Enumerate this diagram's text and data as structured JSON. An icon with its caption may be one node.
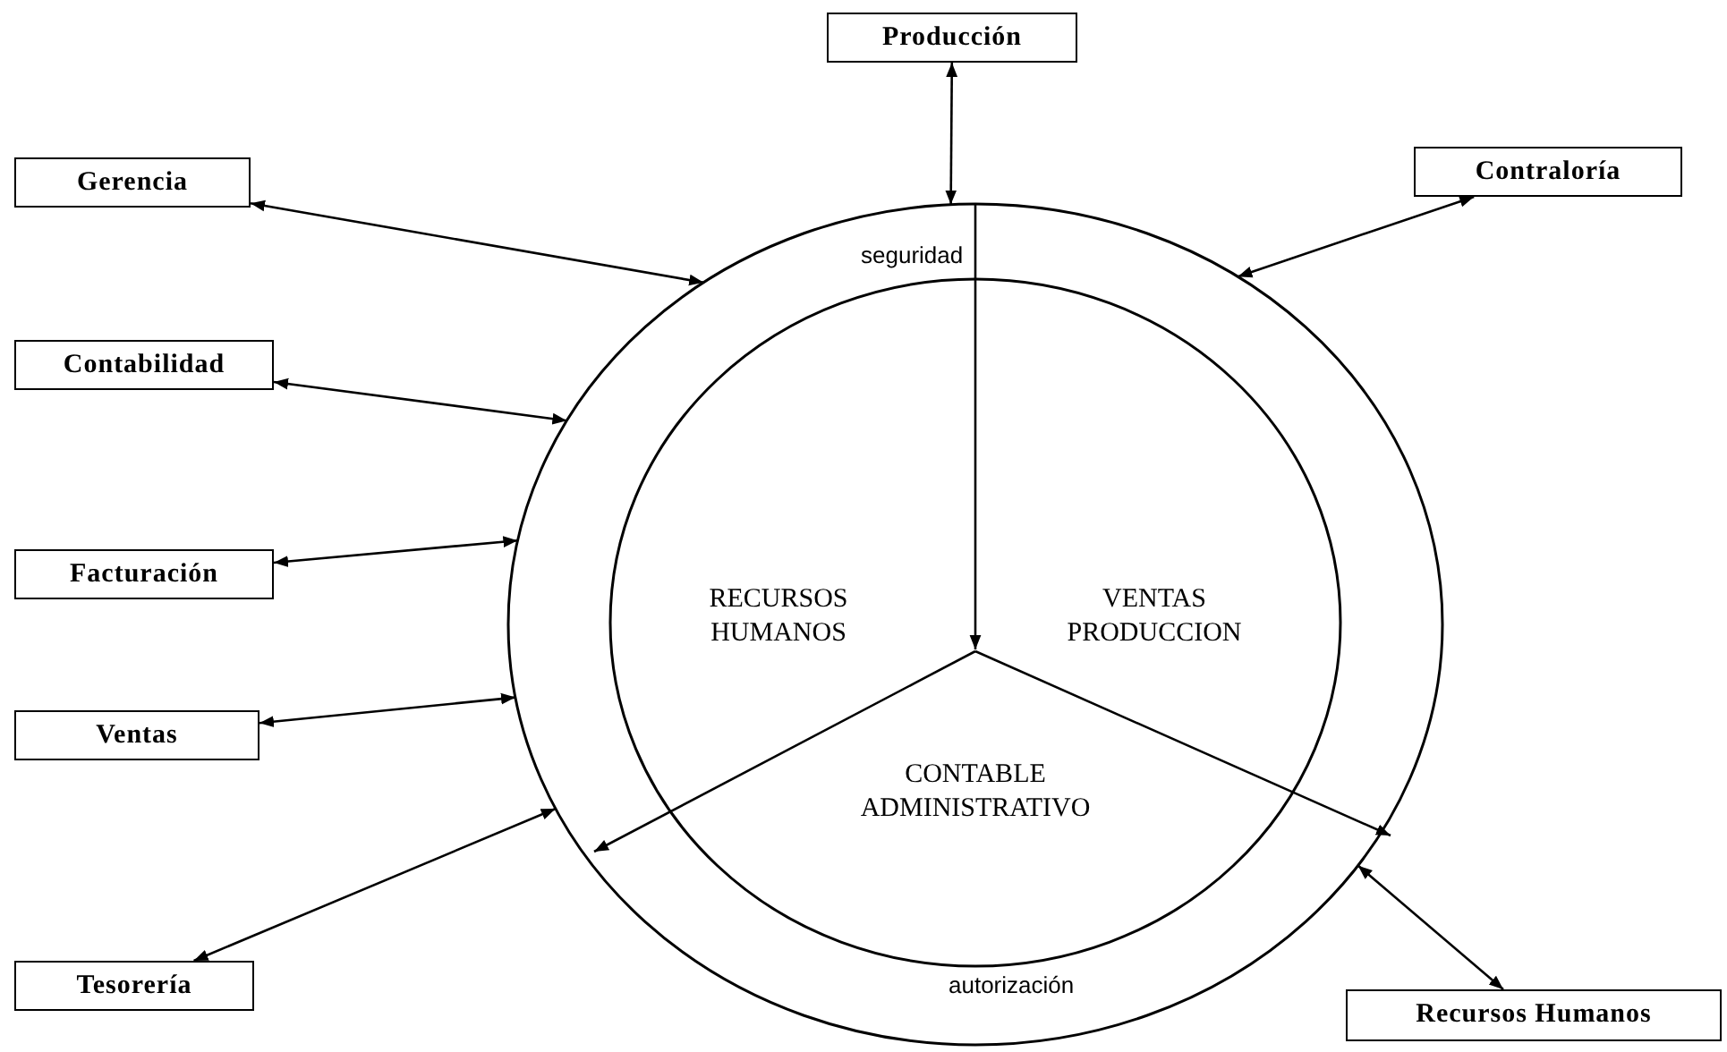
{
  "diagram": {
    "nodes": [
      {
        "text": [
          "Producción"
        ]
      },
      {
        "text": [
          "Gerencia"
        ]
      },
      {
        "text": [
          "Contraloría"
        ]
      },
      {
        "text": [
          "seguridad",
          "autorización"
        ]
      },
      {
        "text": [],
        "shape": "circle",
        "in": 3
      },
      {
        "text": [
          "RECURSOS HUMANOS"
        ],
        "in": 4
      },
      {
        "text": [
          "VENTAS PRODUCCION"
        ],
        "in": 4
      },
      {
        "text": [
          "CONTABLE ADMINISTRATIVO"
        ],
        "in": 4
      },
      {
        "text": [
          "Contabilidad"
        ]
      },
      {
        "text": [
          "Facturación"
        ]
      },
      {
        "text": [
          "Ventas"
        ]
      },
      {
        "text": [
          "Tesorería"
        ]
      },
      {
        "text": [
          "Recursos Humanos"
        ]
      }
    ],
    "edges": [
      {
        "from": 0,
        "to": 3,
        "arrow": "both"
      },
      {
        "from": 1,
        "to": 3,
        "arrow": "both"
      },
      {
        "from": 3,
        "to": 2,
        "arrow": "both"
      },
      {
        "from": 8,
        "to": 3,
        "arrow": "both"
      },
      {
        "from": 9,
        "to": 3,
        "arrow": "both"
      },
      {
        "from": 10,
        "to": 3,
        "arrow": "both"
      },
      {
        "from": 3,
        "to": 11,
        "arrow": "both"
      },
      {
        "from": 3,
        "to": 12,
        "arrow": "both"
      }
    ]
  }
}
